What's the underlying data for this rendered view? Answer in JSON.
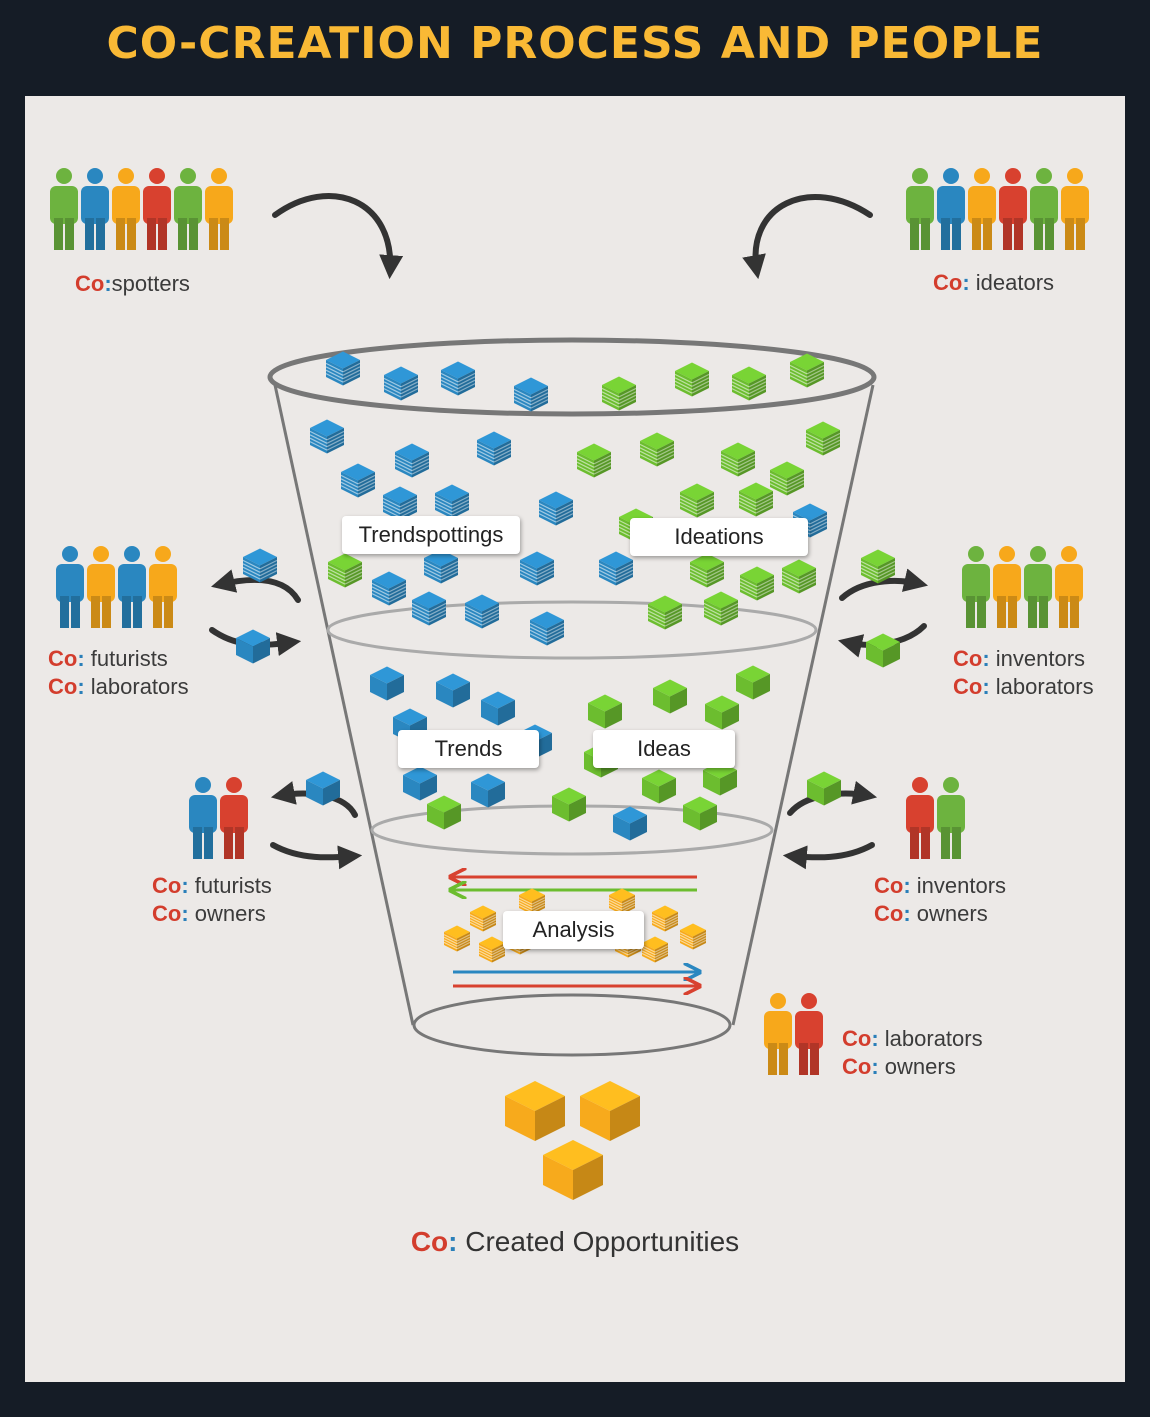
{
  "title": "CO-CREATION PROCESS AND PEOPLE",
  "prefix": {
    "co": "Co",
    "colon": ":"
  },
  "groups": {
    "spotters": [
      "spotters"
    ],
    "ideators": [
      "ideators"
    ],
    "futurists_laborators": [
      "futurists",
      "laborators"
    ],
    "inventors_laborators": [
      "inventors",
      "laborators"
    ],
    "futurists_owners": [
      "futurists",
      "owners"
    ],
    "inventors_owners": [
      "inventors",
      "owners"
    ],
    "laborators_owners": [
      "laborators",
      "owners"
    ]
  },
  "stages": {
    "trendspottings": "Trendspottings",
    "ideations": "Ideations",
    "trends": "Trends",
    "ideas": "Ideas",
    "analysis": "Analysis"
  },
  "result": "Created Opportunities",
  "colors": {
    "background": "#151c26",
    "panel": "#ece9e7",
    "title": "#f9b935",
    "co_red": "#d33d2d",
    "colon_blue": "#2a7fb9",
    "person_green": "#6db33f",
    "person_blue": "#2a87c0",
    "person_orange": "#f7a81b",
    "person_red": "#d8412f",
    "cube_blue": "#2a87c0",
    "cube_green": "#6cbd2f",
    "cube_orange": "#f7aa1c"
  }
}
